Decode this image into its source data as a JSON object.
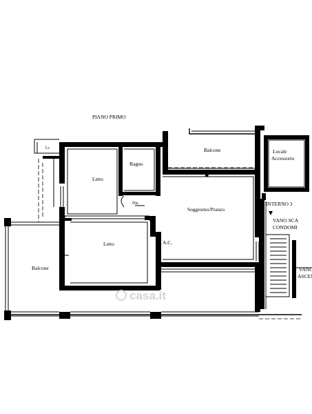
{
  "title": "PIANO PRIMO",
  "rooms": {
    "lc": "l.c",
    "letto_top": "Letto",
    "bagno": "Bagno",
    "dis": "Dis.",
    "balcone_top": "Balcone",
    "locale_line1": "Locale",
    "locale_line2": "Accessorio",
    "soggiorno": "Soggiorno/Pranzo",
    "letto_bottom": "Letto",
    "ac": "A.C.",
    "balcone_left": "Balcone"
  },
  "labels": {
    "interno": "INTERNO 3",
    "vano_scala_line1": "VANO SCA",
    "vano_scala_line2": "CONDOMI",
    "vano_asc_line1": "VANO",
    "vano_asc_line2": "ASCEN"
  },
  "watermark": "casa.it"
}
